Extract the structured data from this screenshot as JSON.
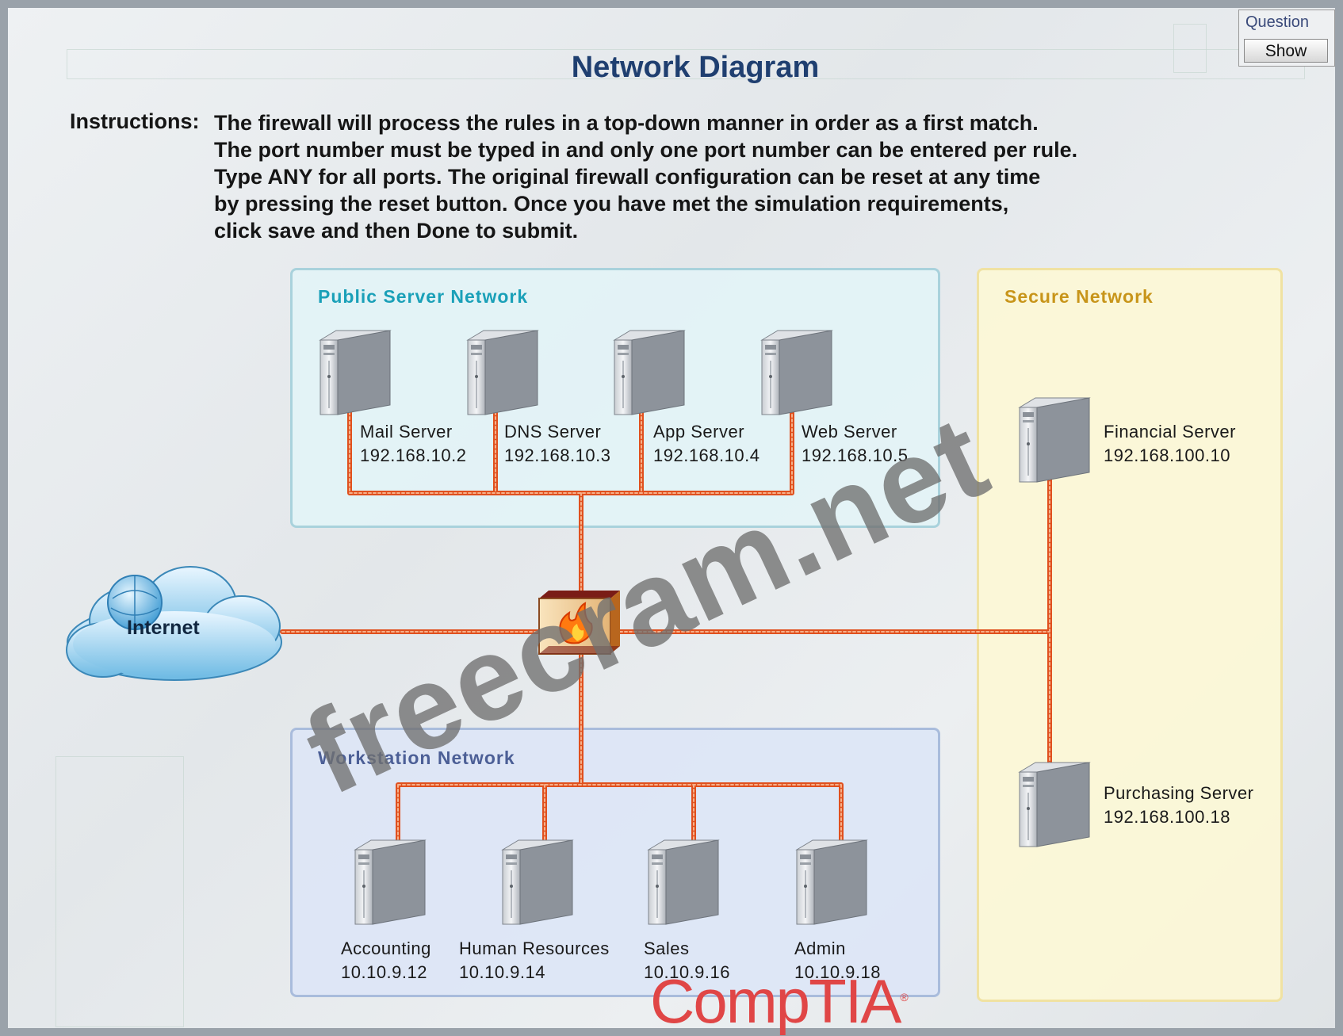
{
  "header": {
    "title": "Network Diagram",
    "instructions_label": "Instructions:",
    "instructions_lines": [
      "The firewall will process the rules in a top-down manner in order as a first match.",
      "The port number must be typed in and only one port number can be entered per rule.",
      "Type ANY for all ports. The original firewall configuration can be reset at any time",
      "by pressing the reset button. Once you have met the simulation requirements,",
      "click save and then Done to submit."
    ]
  },
  "question_panel": {
    "label": "Question",
    "show_button": "Show"
  },
  "internet": {
    "label": "Internet"
  },
  "public_network": {
    "title": "Public Server Network",
    "servers": [
      {
        "name": "Mail Server",
        "ip": "192.168.10.2"
      },
      {
        "name": "DNS Server",
        "ip": "192.168.10.3"
      },
      {
        "name": "App Server",
        "ip": "192.168.10.4"
      },
      {
        "name": "Web Server",
        "ip": "192.168.10.5"
      }
    ]
  },
  "secure_network": {
    "title": "Secure Network",
    "servers": [
      {
        "name": "Financial Server",
        "ip": "192.168.100.10"
      },
      {
        "name": "Purchasing Server",
        "ip": "192.168.100.18"
      }
    ]
  },
  "workstation_network": {
    "title": "Workstation Network",
    "workstations": [
      {
        "name": "Accounting",
        "ip": "10.10.9.12"
      },
      {
        "name": "Human Resources",
        "ip": "10.10.9.14"
      },
      {
        "name": "Sales",
        "ip": "10.10.9.16"
      },
      {
        "name": "Admin",
        "ip": "10.10.9.18"
      }
    ]
  },
  "watermark": "freecram.net",
  "logo": {
    "text": "CompTIA",
    "mark": "®"
  },
  "colors": {
    "title": "#1f3f70",
    "public_title": "#1aa0b8",
    "secure_title": "#c8951a",
    "workstation_title": "#4c5f96",
    "link": "#e0501e",
    "logo": "#e04646"
  }
}
